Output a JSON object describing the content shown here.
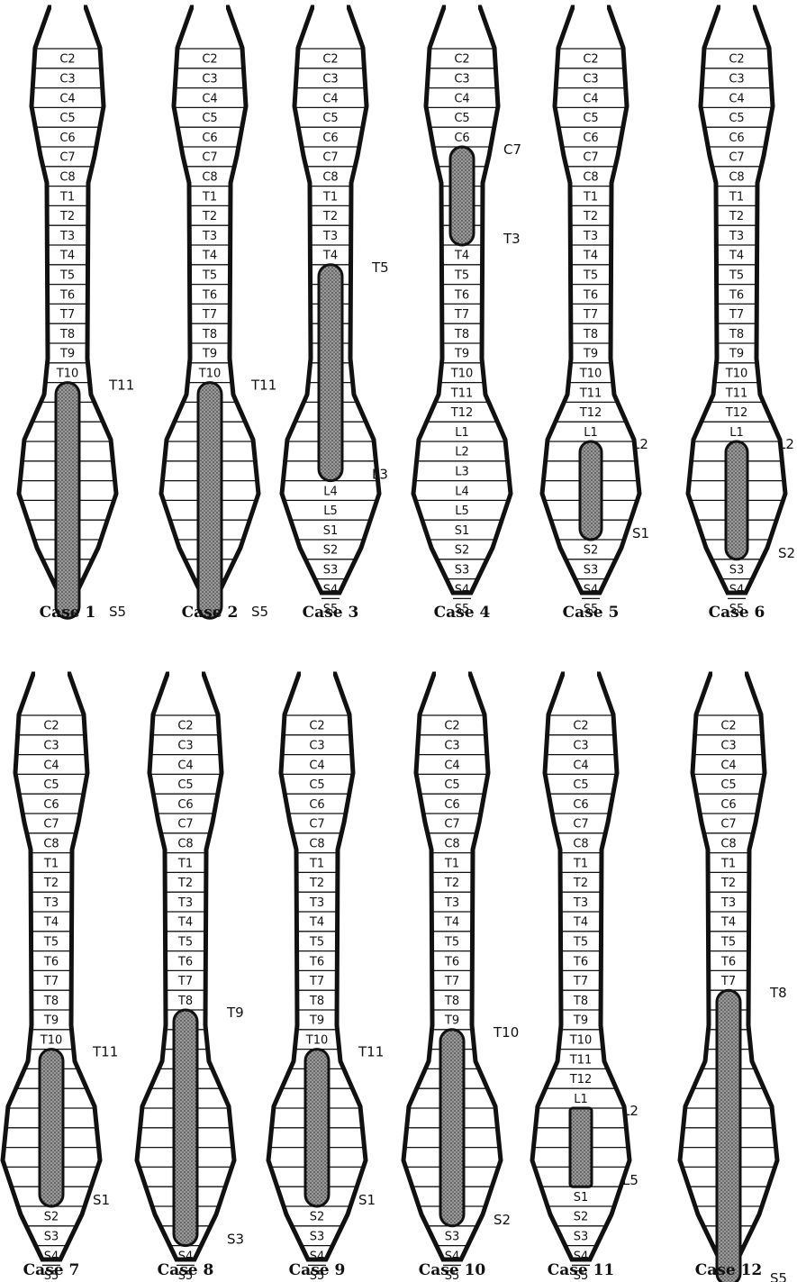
{
  "segments": [
    "C2",
    "C3",
    "C4",
    "C5",
    "C6",
    "C7",
    "C8",
    "T1",
    "T2",
    "T3",
    "T4",
    "T5",
    "T6",
    "T7",
    "T8",
    "T9",
    "T10",
    "T11",
    "T12",
    "L1",
    "L2",
    "L3",
    "L4",
    "L5",
    "S1",
    "S2",
    "S3",
    "S4",
    "S5"
  ],
  "colors": {
    "ink": "#111111",
    "background": "#ffffff",
    "lesion_fill": "#8a8a8a"
  },
  "cases": [
    {
      "label": "Case 1",
      "from": "T11",
      "to": "S5",
      "labels_shown_from": "C2",
      "labels_shown_to": "T10",
      "labels_below": []
    },
    {
      "label": "Case 2",
      "from": "T11",
      "to": "S5",
      "labels_shown_from": "C2",
      "labels_shown_to": "T10",
      "labels_below": []
    },
    {
      "label": "Case 3",
      "from": "T5",
      "to": "L3",
      "labels_shown_from": "C2",
      "labels_shown_to": "T4",
      "labels_below": [
        "L4",
        "L5",
        "S1",
        "S2",
        "S3",
        "S4",
        "S5"
      ]
    },
    {
      "label": "Case 4",
      "from": "C7",
      "to": "T3",
      "labels_shown_from": "C2",
      "labels_shown_to": "C6",
      "labels_below": [
        "T4",
        "T5",
        "T6",
        "T7",
        "T8",
        "T9",
        "T10",
        "T11",
        "T12",
        "L1",
        "L2",
        "L3",
        "L4",
        "L5",
        "S1",
        "S2",
        "S3",
        "S4",
        "S5"
      ]
    },
    {
      "label": "Case 5",
      "from": "L2",
      "to": "S1",
      "labels_shown_from": "C2",
      "labels_shown_to": "L1",
      "labels_below": [
        "S2",
        "S3",
        "S4",
        "S5"
      ]
    },
    {
      "label": "Case 6",
      "from": "L2",
      "to": "S2",
      "labels_shown_from": "C2",
      "labels_shown_to": "L1",
      "labels_below": [
        "S3",
        "S4",
        "S5"
      ]
    },
    {
      "label": "Case 7",
      "from": "T11",
      "to": "S1",
      "labels_shown_from": "C2",
      "labels_shown_to": "T10",
      "labels_below": [
        "S2",
        "S3",
        "S4",
        "S5"
      ]
    },
    {
      "label": "Case 8",
      "from": "T9",
      "to": "S3",
      "labels_shown_from": "C2",
      "labels_shown_to": "T8",
      "labels_below": [
        "S4",
        "S5"
      ]
    },
    {
      "label": "Case 9",
      "from": "T11",
      "to": "S1",
      "labels_shown_from": "C2",
      "labels_shown_to": "T10",
      "labels_below": [
        "S2",
        "S3",
        "S4",
        "S5"
      ]
    },
    {
      "label": "Case 10",
      "from": "T10",
      "to": "S2",
      "labels_shown_from": "C2",
      "labels_shown_to": "T9",
      "labels_below": [
        "S3",
        "S4",
        "S5"
      ]
    },
    {
      "label": "Case 11",
      "from": "L2",
      "to": "L5",
      "labels_shown_from": "C2",
      "labels_shown_to": "L1",
      "labels_below": [
        "S1",
        "S2",
        "S3",
        "S4",
        "S5"
      ]
    },
    {
      "label": "Case 12",
      "from": "T8",
      "to": "S5",
      "labels_shown_from": "C2",
      "labels_shown_to": "T7",
      "labels_below": []
    }
  ]
}
